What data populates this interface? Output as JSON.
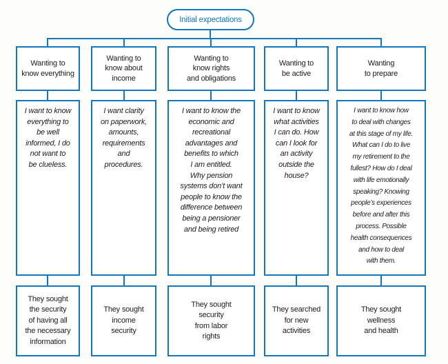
{
  "diagram": {
    "title_node": "Initial expectations",
    "colors": {
      "line_blue": "#1277bd",
      "text": "#1b1b1b",
      "background": "#fdfdfb"
    },
    "columns": [
      {
        "id": "know-everything",
        "header": "Wanting to\nknow everything",
        "quote": "I want to know\neverything to\nbe well\ninformed, I do\nnot want to\nbe clueless.",
        "outcome": "They sought\nthe security\nof having all\nthe necessary\ninformation"
      },
      {
        "id": "know-about-income",
        "header": "Wanting to\nknow about\nincome",
        "quote": "I want clarity\non paperwork,\namounts,\nrequirements\nand\nprocedures.",
        "outcome": "They sought\nincome\nsecurity"
      },
      {
        "id": "know-rights-obligations",
        "header": "Wanting to\nknow rights\nand obligations",
        "quote": "I want to know the\neconomic and\nrecreational\nadvantages and\nbenefits to which\nI am entitled.\nWhy pension\nsystems don’t want\npeople to know the\ndifference between\nbeing a pensioner\nand being retired",
        "outcome": "They sought\nsecurity\nfrom labor\nrights"
      },
      {
        "id": "be-active",
        "header": "Wanting to\nbe active",
        "quote": "I want to know\nwhat activities\nI can do. How\ncan I look for\nan activity\noutside the\nhouse?",
        "outcome": "They searched\nfor new\nactivities"
      },
      {
        "id": "prepare",
        "header": "Wanting\nto prepare",
        "quote": "I want to know how\nto deal with changes\nat this stage of my life.\nWhat can I do to live\nmy retirement to the\nfullest? How do I deal\nwith life emotionally\nspeaking? Knowing\npeople’s experiences\nbefore and after this\nprocess. Possible\nhealth consequences\nand how to deal\nwith them.",
        "outcome": "They sought\nwellness\nand health"
      }
    ]
  }
}
